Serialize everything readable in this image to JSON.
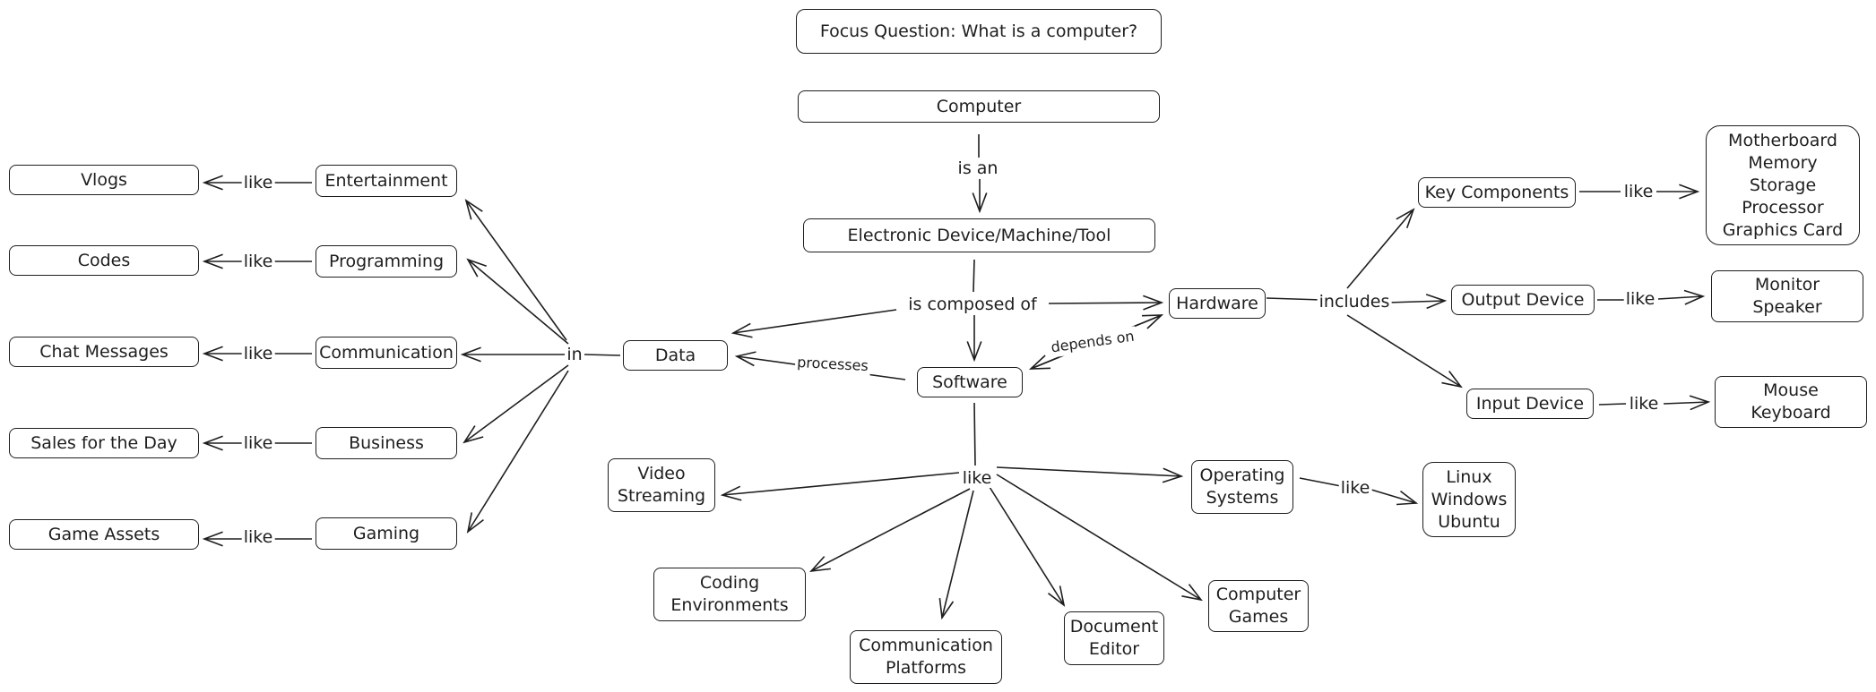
{
  "focus_question": "Focus Question: What is a computer?",
  "nodes": {
    "computer": "Computer",
    "device": "Electronic Device/Machine/Tool",
    "hardware": "Hardware",
    "software": "Software",
    "data": "Data",
    "key_components": "Key Components",
    "key_components_list": "Motherboard\nMemory\nStorage\nProcessor\nGraphics Card",
    "output_device": "Output Device",
    "output_list": "Monitor\nSpeaker",
    "input_device": "Input Device",
    "input_list": "Mouse\nKeyboard",
    "entertainment": "Entertainment",
    "programming": "Programming",
    "communication": "Communication",
    "business": "Business",
    "gaming": "Gaming",
    "vlogs": "Vlogs",
    "codes": "Codes",
    "chat_messages": "Chat Messages",
    "sales": "Sales for the Day",
    "game_assets": "Game Assets",
    "video_streaming": "Video\nStreaming",
    "coding_env": "Coding\nEnvironments",
    "comm_platforms": "Communication\nPlatforms",
    "document_editor": "Document\nEditor",
    "computer_games": "Computer\nGames",
    "operating_systems": "Operating\nSystems",
    "os_list": "Linux\nWindows\nUbuntu"
  },
  "links": {
    "is_an": "is an",
    "is_composed_of": "is composed of",
    "depends_on": "depends on",
    "processes": "processes",
    "includes": "includes",
    "in": "in",
    "like": "like"
  }
}
